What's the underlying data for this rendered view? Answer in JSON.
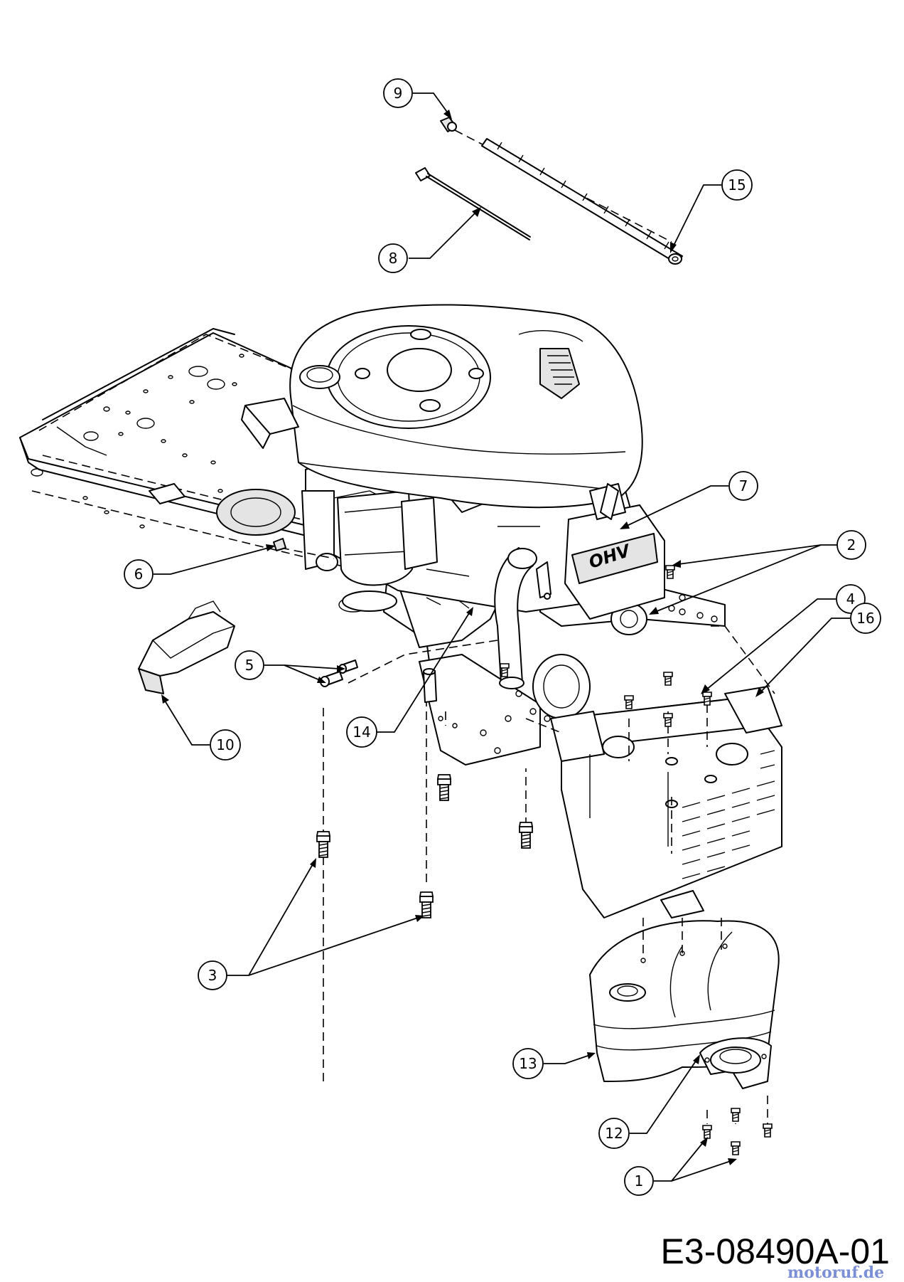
{
  "drawing_number": "E3-08490A-01",
  "engine_label": "OHV",
  "watermark": "motoruf.de",
  "callouts": {
    "c1": "1",
    "c2": "2",
    "c3": "3",
    "c4": "4",
    "c5": "5",
    "c6": "6",
    "c7": "7",
    "c8": "8",
    "c9": "9",
    "c10": "10",
    "c12": "12",
    "c13": "13",
    "c14": "14",
    "c15": "15",
    "c16": "16"
  }
}
